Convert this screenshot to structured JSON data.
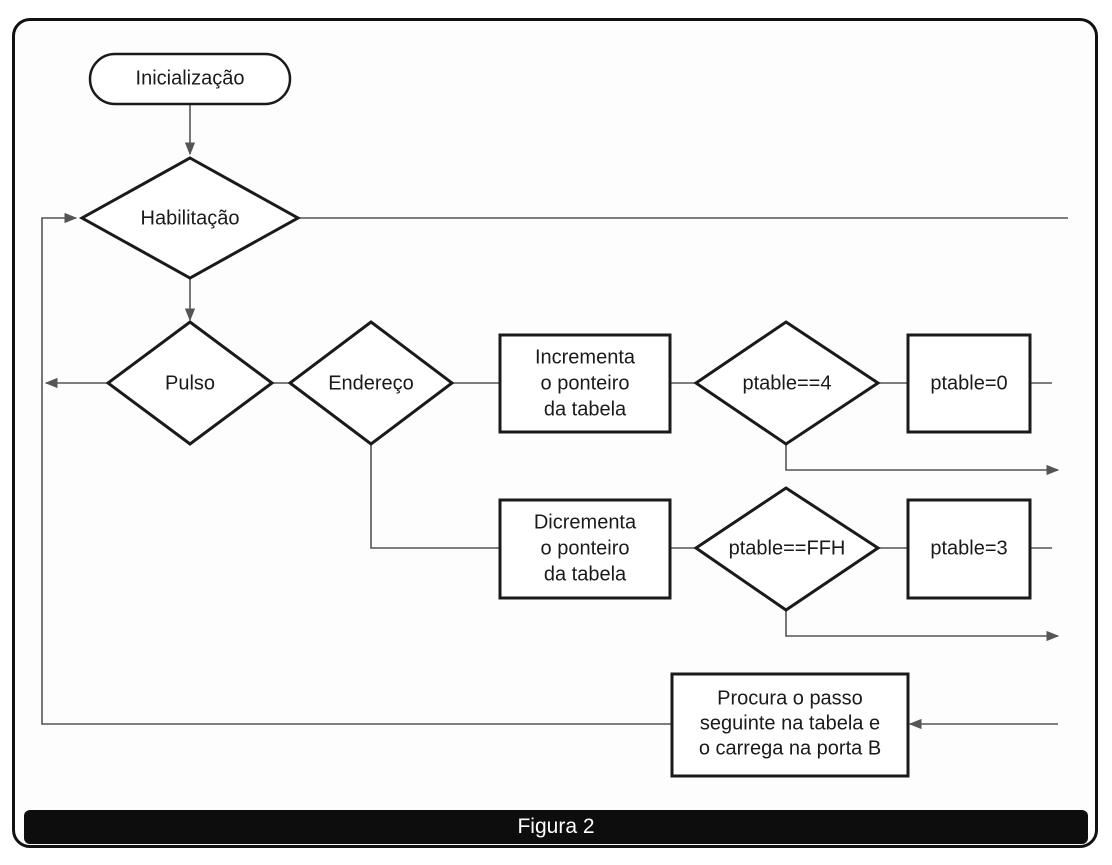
{
  "nodes": {
    "inicializacao": "Inicialização",
    "habilitacao": "Habilitação",
    "pulso": "Pulso",
    "endereco": "Endereço",
    "incrementa": [
      "Incrementa",
      "o ponteiro",
      "da tabela"
    ],
    "decrementa": [
      "Dicrementa",
      "o ponteiro",
      "da tabela"
    ],
    "check4": "ptable==4",
    "checkFFH": "ptable==FFH",
    "set0": "ptable=0",
    "set3": "ptable=3",
    "procura": [
      "Procura o passo",
      "seguinte na tabela e",
      "o carrega na porta B"
    ]
  },
  "caption": "Figura 2"
}
